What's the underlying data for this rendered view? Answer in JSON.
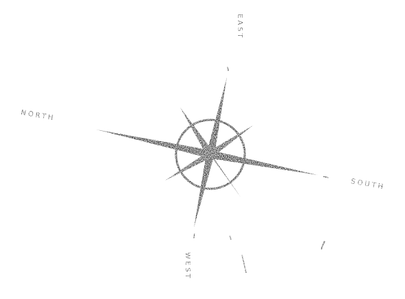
{
  "compass": {
    "labels": {
      "north": "NORTH",
      "south": "SOUTH",
      "east": "EAST",
      "west": "WEST"
    },
    "ink_color": "#1a1a1a",
    "background": "#ffffff"
  }
}
